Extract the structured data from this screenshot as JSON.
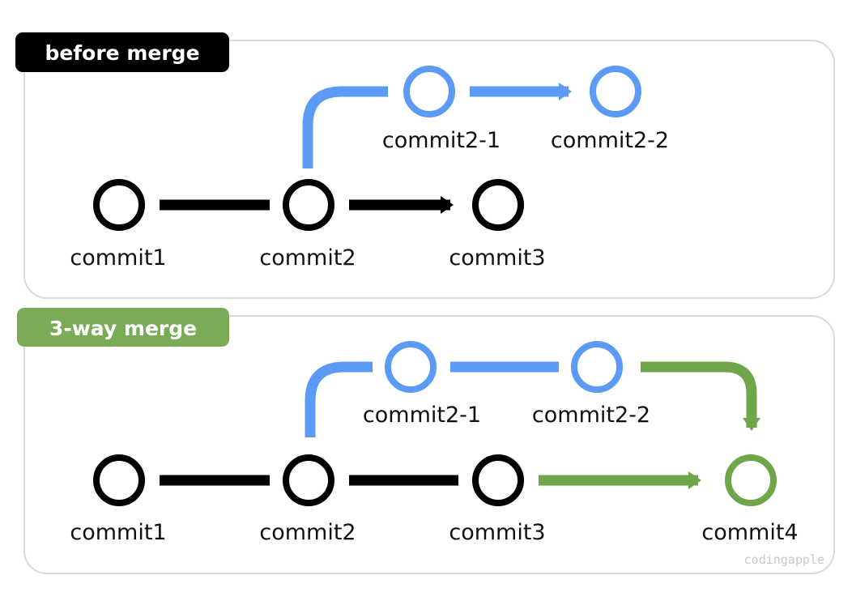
{
  "colors": {
    "black": "#000000",
    "blue": "#5b9bf5",
    "green": "#6fa64a",
    "pill_before": "#000000",
    "pill_merge": "#7aab57",
    "panel_border": "#d9d9d9"
  },
  "sections": [
    {
      "title": "before merge",
      "commits": [
        "commit1",
        "commit2",
        "commit3",
        "commit2-1",
        "commit2-2"
      ]
    },
    {
      "title": "3-way merge",
      "commits": [
        "commit1",
        "commit2",
        "commit3",
        "commit2-1",
        "commit2-2",
        "commit4"
      ]
    }
  ],
  "watermark": "codingapple"
}
